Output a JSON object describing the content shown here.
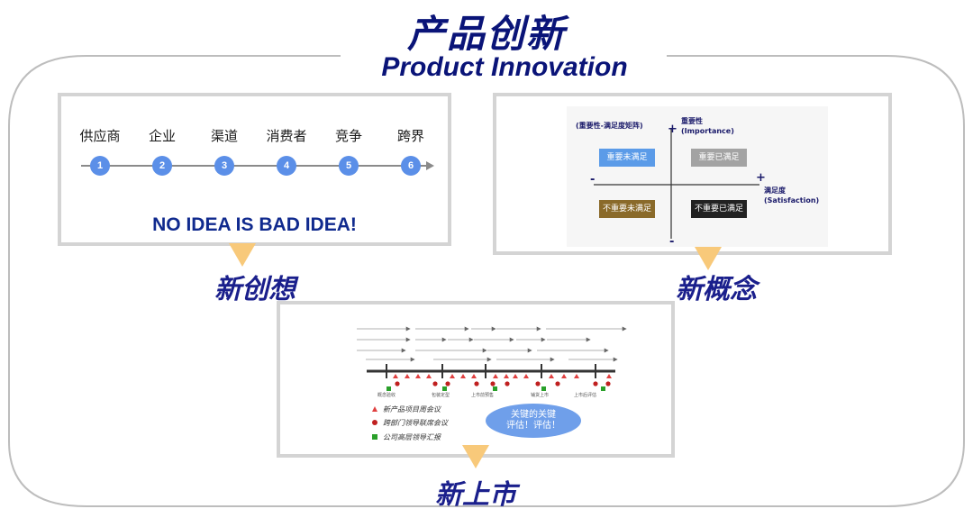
{
  "title": {
    "cn": "产品创新",
    "en": "Product Innovation"
  },
  "stages": [
    {
      "label": "新创想"
    },
    {
      "label": "新概念"
    },
    {
      "label": "新上市"
    }
  ],
  "idea_panel": {
    "sources": [
      {
        "label": "供应商",
        "num": "1"
      },
      {
        "label": "企业",
        "num": "2"
      },
      {
        "label": "渠道",
        "num": "3"
      },
      {
        "label": "消费者",
        "num": "4"
      },
      {
        "label": "竞争",
        "num": "5"
      },
      {
        "label": "跨界",
        "num": "6"
      }
    ],
    "slogan": "NO IDEA IS BAD IDEA!",
    "colors": {
      "node": "#5b8fe8",
      "slogan": "#102a8e"
    }
  },
  "concept_panel": {
    "matrix_title": "(重要性-满足度矩阵)",
    "y_axis": {
      "name": "重要性",
      "en": "(Importance)",
      "plus": "+",
      "minus": "-"
    },
    "x_axis": {
      "name": "满足度",
      "en": "(Satisfaction)",
      "plus": "+",
      "minus": "-"
    },
    "quadrants": [
      {
        "label": "重要未满足",
        "color": "#5b9be8"
      },
      {
        "label": "重要已满足",
        "color": "#a3a3a3"
      },
      {
        "label": "不重要未满足",
        "color": "#8a6a2a"
      },
      {
        "label": "不重要已满足",
        "color": "#222222"
      }
    ]
  },
  "launch_panel": {
    "legend": [
      {
        "label": "新产品项目周会议",
        "marker": "triangle",
        "color": "#e04040"
      },
      {
        "label": "跨部门领导联席会议",
        "marker": "circle",
        "color": "#c02020"
      },
      {
        "label": "公司高层领导汇报",
        "marker": "square",
        "color": "#2aa02a"
      }
    ],
    "key_eval": {
      "line1": "关键的关键",
      "line2": "评估！评估！"
    },
    "milestones": [
      "概念验收",
      "包装定型",
      "上市前预售",
      "铺货上市",
      "上市后评估"
    ]
  }
}
